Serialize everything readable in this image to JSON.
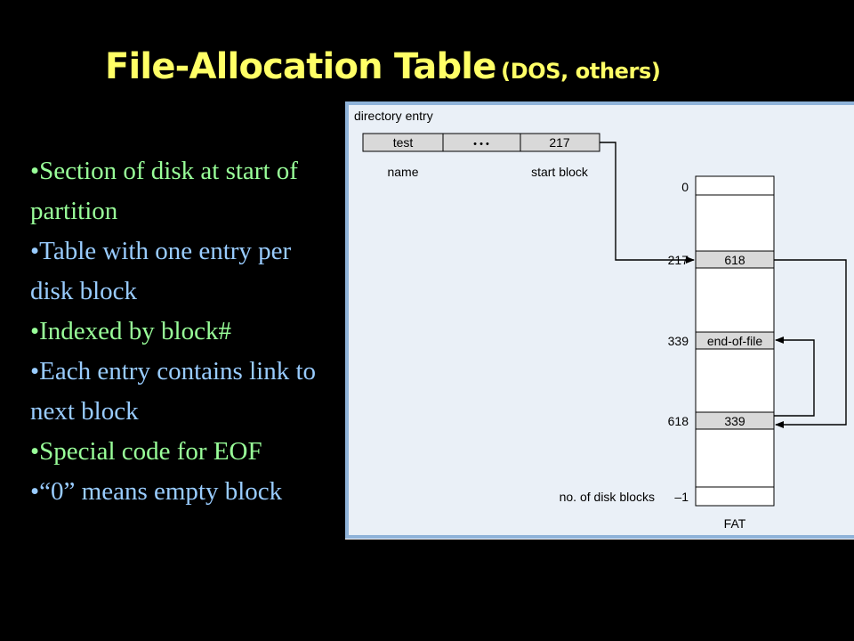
{
  "title": {
    "main": "File-Allocation Table",
    "sub": "(DOS, others)"
  },
  "bullets": [
    {
      "text": "•Section of disk at start of partition",
      "color": "#99ff99"
    },
    {
      "text": "•Table with one entry per disk block",
      "color": "#99ccff"
    },
    {
      "text": "•Indexed by block#",
      "color": "#99ff99"
    },
    {
      "text": "•Each entry contains link to next block",
      "color": "#99ccff"
    },
    {
      "text": "•Special code for EOF",
      "color": "#99ff99"
    },
    {
      "text": "•“0” means empty block",
      "color": "#99ccff"
    }
  ],
  "diagram": {
    "directory_entry_label": "directory entry",
    "entry": {
      "name": "test",
      "ellipsis": "• • •",
      "start_block": "217"
    },
    "name_label": "name",
    "start_block_label": "start block",
    "fat_rows": [
      {
        "index": "0",
        "value": ""
      },
      {
        "index": "217",
        "value": "618"
      },
      {
        "index": "339",
        "value": "end-of-file"
      },
      {
        "index": "618",
        "value": "339"
      },
      {
        "index": "–1",
        "value": ""
      }
    ],
    "no_of_disk_blocks_label": "no. of disk blocks",
    "fat_label": "FAT",
    "colors": {
      "frame": "#8fb3d9",
      "panel": "#eaf0f7",
      "cell_fill": "#d9d9d9"
    }
  }
}
